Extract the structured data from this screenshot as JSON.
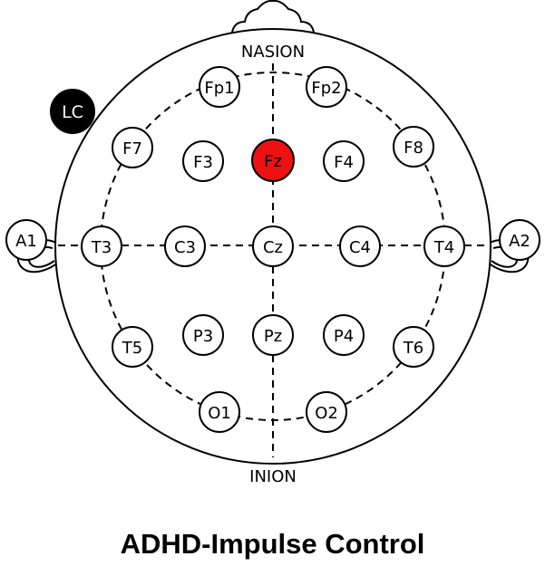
{
  "landmarks": {
    "nasion": "NASION",
    "inion": "INION"
  },
  "reference_marker": {
    "label": "LC",
    "color": "#000000"
  },
  "electrodes": [
    {
      "id": "Fp1",
      "label": "Fp1"
    },
    {
      "id": "Fp2",
      "label": "Fp2"
    },
    {
      "id": "F7",
      "label": "F7"
    },
    {
      "id": "F3",
      "label": "F3"
    },
    {
      "id": "Fz",
      "label": "Fz",
      "highlighted": true
    },
    {
      "id": "F4",
      "label": "F4"
    },
    {
      "id": "F8",
      "label": "F8"
    },
    {
      "id": "A1",
      "label": "A1"
    },
    {
      "id": "T3",
      "label": "T3"
    },
    {
      "id": "C3",
      "label": "C3"
    },
    {
      "id": "Cz",
      "label": "Cz"
    },
    {
      "id": "C4",
      "label": "C4"
    },
    {
      "id": "T4",
      "label": "T4"
    },
    {
      "id": "A2",
      "label": "A2"
    },
    {
      "id": "T5",
      "label": "T5"
    },
    {
      "id": "P3",
      "label": "P3"
    },
    {
      "id": "Pz",
      "label": "Pz"
    },
    {
      "id": "P4",
      "label": "P4"
    },
    {
      "id": "T6",
      "label": "T6"
    },
    {
      "id": "O1",
      "label": "O1"
    },
    {
      "id": "O2",
      "label": "O2"
    }
  ],
  "colors": {
    "highlight": "#ee1111",
    "outline": "#000000",
    "marker": "#000000"
  },
  "caption": "ADHD-Impulse Control"
}
